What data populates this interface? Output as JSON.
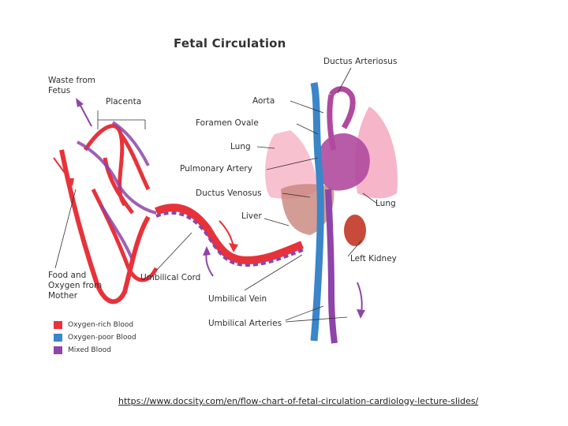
{
  "diagram": {
    "title": "Fetal Circulation",
    "labels": {
      "ductus_arteriosus": "Ductus Arteriosus",
      "aorta": "Aorta",
      "foramen_ovale": "Foramen Ovale",
      "lung_left": "Lung",
      "pulmonary_artery": "Pulmonary Artery",
      "ductus_venosus": "Ductus Venosus",
      "liver": "Liver",
      "lung_right": "Lung",
      "left_kidney": "Left Kidney",
      "waste_from_fetus": "Waste from Fetus",
      "placenta": "Placenta",
      "food_oxygen": "Food and Oxygen from Mother",
      "umbilical_cord": "Umbilical Cord",
      "umbilical_vein": "Umbilical Vein",
      "umbilical_arteries": "Umbilical Arteries"
    },
    "legend": [
      {
        "label": "Oxygen-rich Blood",
        "color": "#e8323a"
      },
      {
        "label": "Oxygen-poor Blood",
        "color": "#3a86c8"
      },
      {
        "label": "Mixed Blood",
        "color": "#8e44a8"
      }
    ]
  },
  "source_link": "https://www.docsity.com/en/flow-chart-of-fetal-circulation-cardiology-lecture-slides/"
}
